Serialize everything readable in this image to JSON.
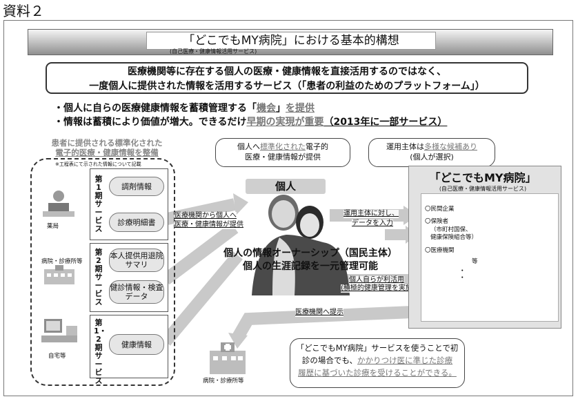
{
  "doc_label": "資料２",
  "title": "「どこでもMY病院」における基本的構想",
  "title_sub": "(自己医療・健康情報活用サービス)",
  "main_lines": [
    "医療機関等に存在する個人の医療・健康情報を直接活用するのではなく、",
    "一度個人に提供された情報を活用するサービス（「患者の利益のためのプラットフォーム」）"
  ],
  "bullet1": {
    "pre": "・個人に自らの医療健康情報を蓄積管理する「",
    "accent": "機会",
    "mid": "」",
    "accent2": "を提供",
    "post": ""
  },
  "bullet2": {
    "pre": "・情報は蓄積により価値が増大。できるだけ",
    "accent": "早期の実現が重要",
    "post": "（2013年に一部サービス）"
  },
  "left_caption": [
    "患者に提供される標準化された",
    "電子的医療・健康情報を整備"
  ],
  "left_note": "※工程表にて示された情報について記載",
  "phases": [
    {
      "label": "第1期サービス",
      "items": [
        "調剤情報",
        "診療明細書"
      ]
    },
    {
      "label": "第2期サービス",
      "items": [
        "本人提供用退院サマリ",
        "健診情報・検査データ"
      ]
    },
    {
      "label": "第1・2期サービス",
      "items": [
        "健康情報"
      ]
    }
  ],
  "places": {
    "pharmacy": "薬局",
    "hospital": "病院・診療所等",
    "home": "自宅等",
    "hospital_bottom": "病院・診療所等"
  },
  "bubble_top": {
    "line1_pre": "個人へ",
    "line1_accent": "標準化された",
    "line1_post": "電子的",
    "line2": "医療・健康情報が提供"
  },
  "bubble_right": {
    "line1_pre": "運用主体は",
    "line1_accent": "多様な候補あり",
    "line2": "(個人が選択)"
  },
  "kojin": "個人",
  "center_lines": [
    "個人の情報オーナーシップ（国民主体）",
    "個人の生涯記録を一元管理可能"
  ],
  "arrow_labels": {
    "from_med": [
      "医療機関から個人へ",
      "医療・健康情報が提供"
    ],
    "to_operator": [
      "運用主体に対し、",
      "データを入力"
    ],
    "self_use": [
      "個人自らが利活用",
      "(積極的健康管理を実施)"
    ],
    "to_med": "医療機関へ提示"
  },
  "right_title": "「どこでもMY病院」",
  "right_sub": "(自己医療・健康情報活用サービス)",
  "right_items": [
    "〇民間企業",
    "〇保険者",
    "（市町村国保、",
    "健康保険組合等）",
    "〇医療機関",
    "等",
    "・",
    "・"
  ],
  "bottom_bubble": {
    "line1": "「どこでもMY病院」サービスを使うことで初",
    "line2_pre": "診の場合でも、",
    "line2_accent": "かかりつけ医に準じた診療",
    "line3_accent": "履歴に基づいた診療を受けることができる。"
  }
}
